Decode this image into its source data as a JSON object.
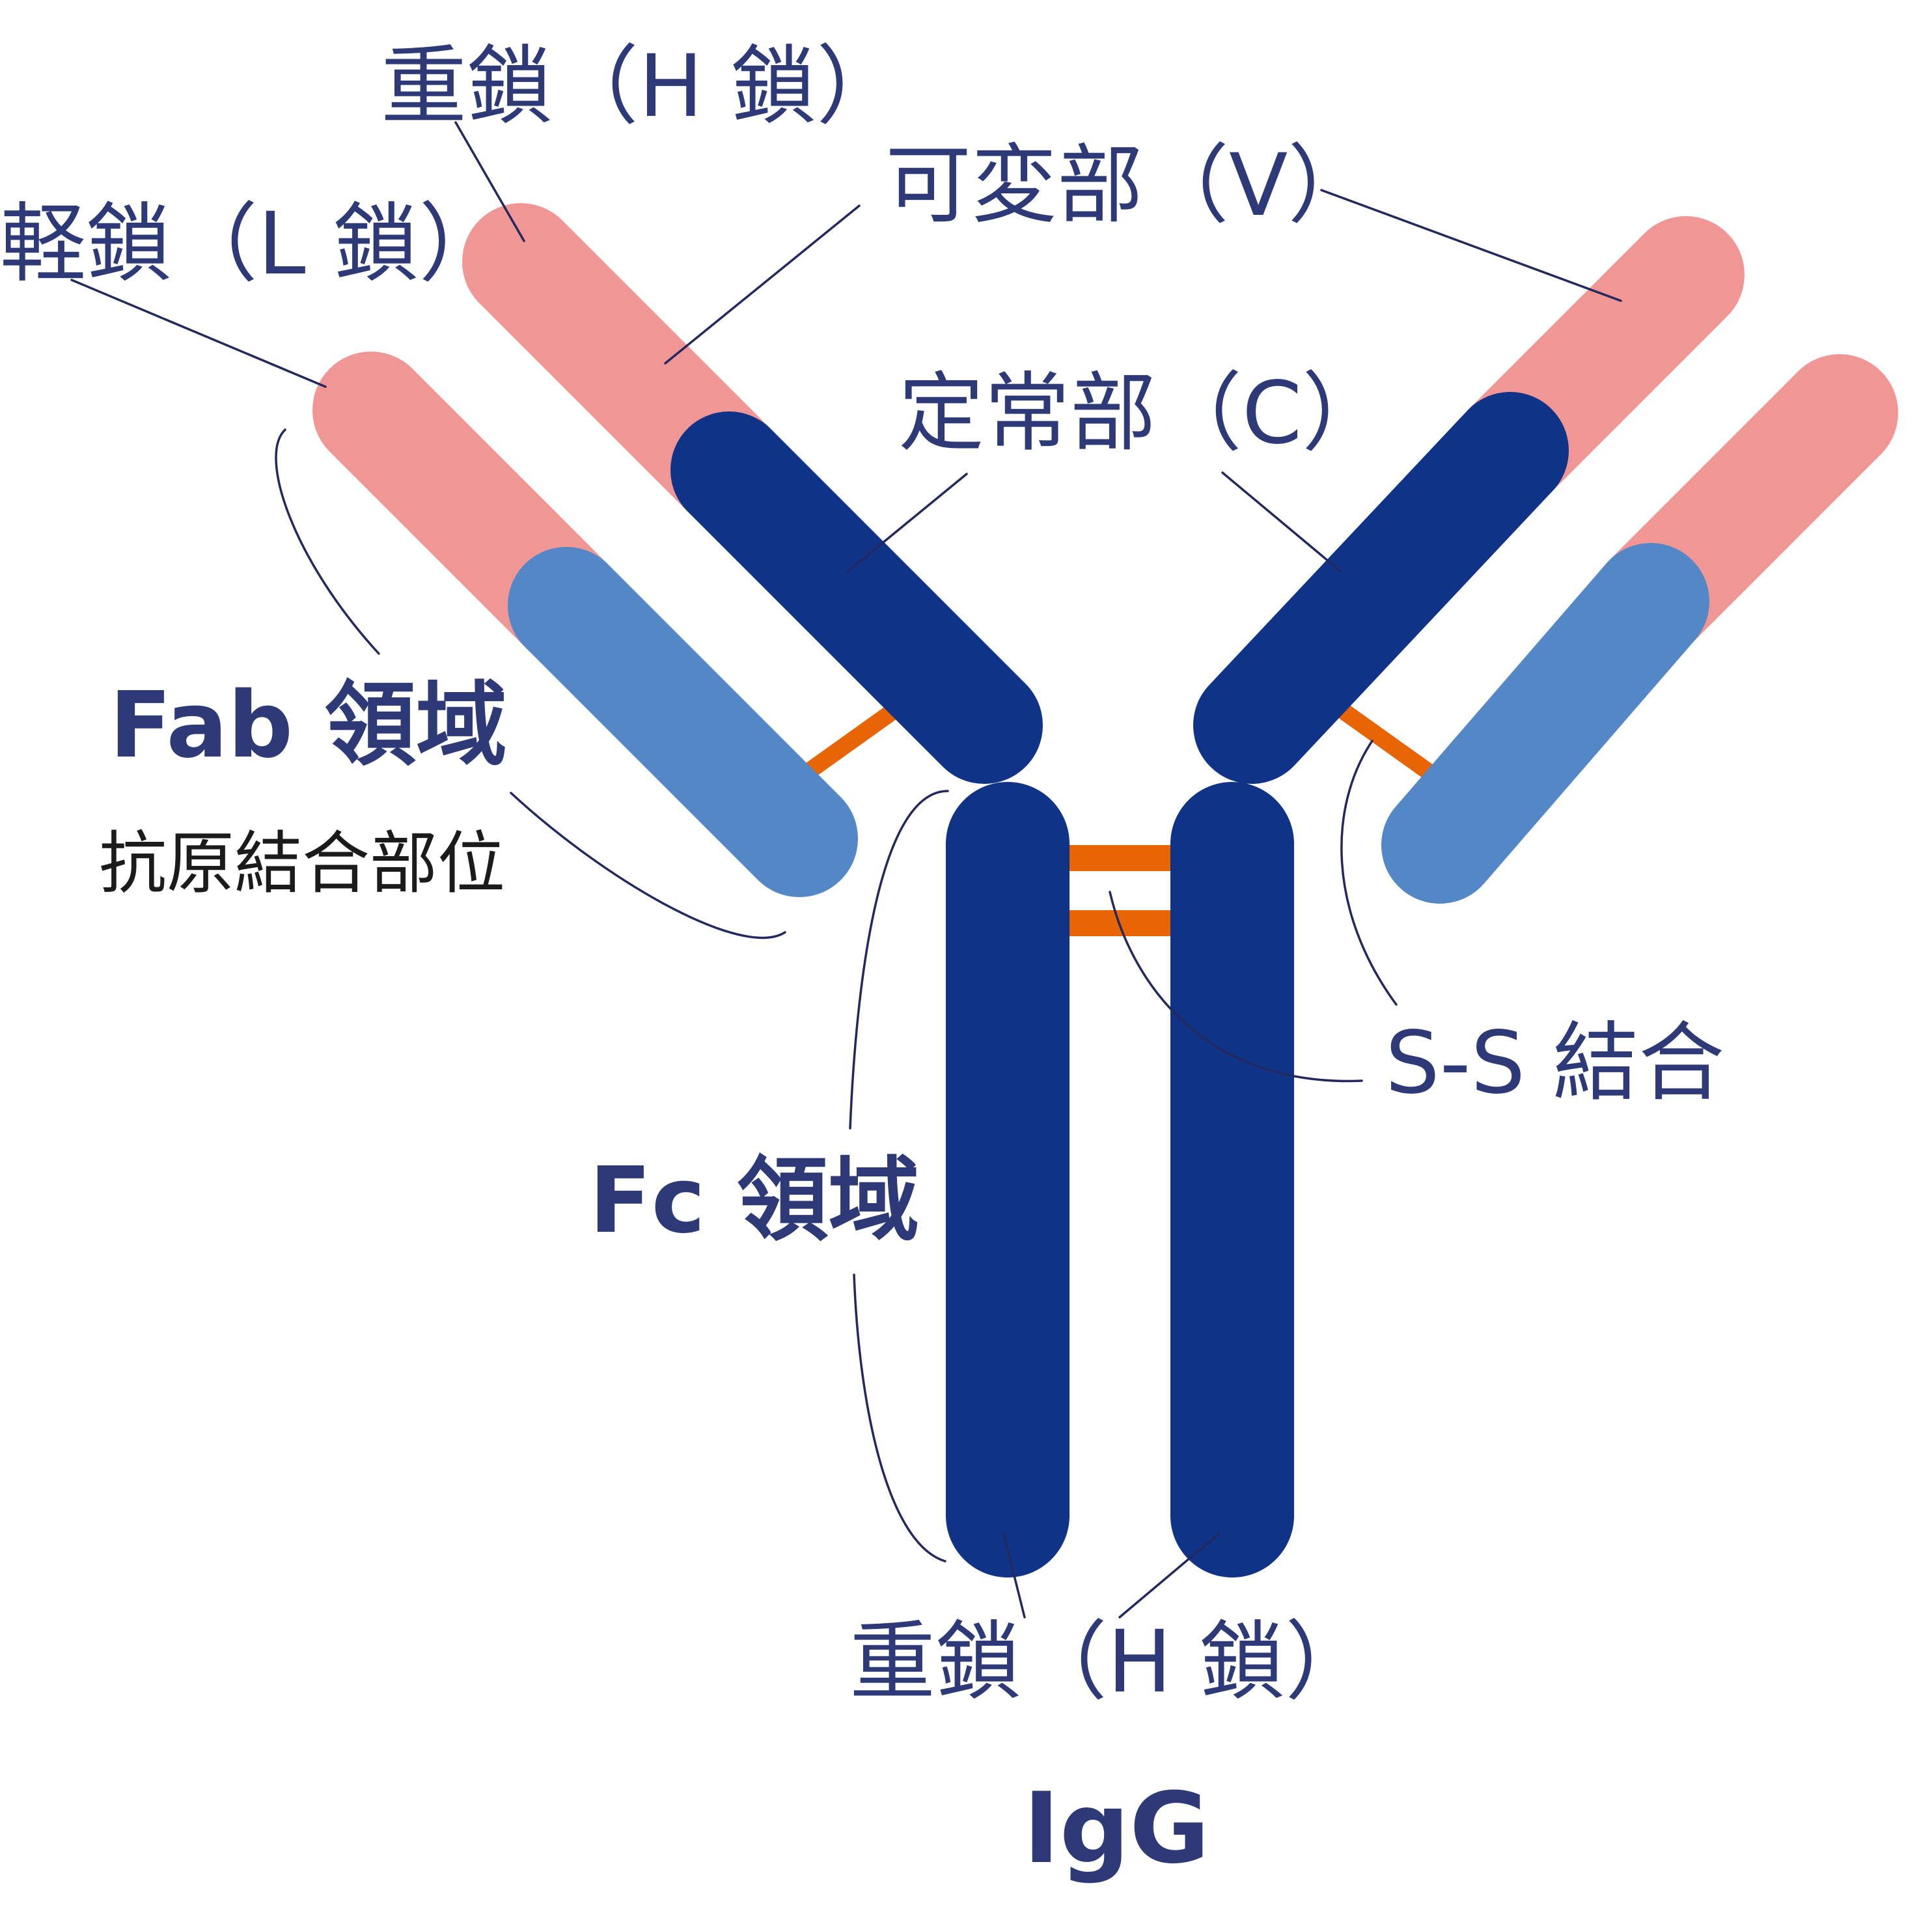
{
  "colors": {
    "heavy_chain": "#0e3387",
    "variable_region": "#f09695",
    "light_constant": "#5487c5",
    "disulfide_bond": "#e76505",
    "label_text": "#2e3a78",
    "title_text": "#e3589a"
  },
  "labels": {
    "heavy_chain_top": "重鎖（H 鎖）",
    "light_chain": "軽鎖（L 鎖）",
    "variable_region": "可変部（V）",
    "constant_region": "定常部（C）",
    "fab_region": "Fab 領域",
    "antigen_binding_site": "抗原結合部位",
    "fc_region": "Fc 領域",
    "ss_bond": "S-S 結合",
    "heavy_chain_bottom": "重鎖（H 鎖）",
    "title": "IgG"
  }
}
